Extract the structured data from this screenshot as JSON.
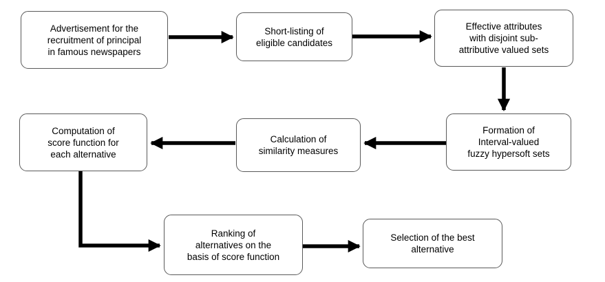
{
  "diagram": {
    "nodes": [
      {
        "id": "advertisement",
        "label": "Advertisement for the\nrecruitment of principal\nin famous newspapers"
      },
      {
        "id": "shortlisting",
        "label": "Short-listing of\neligible candidates"
      },
      {
        "id": "effective-attributes",
        "label": "Effective attributes\nwith disjoint sub-\nattributive valued sets"
      },
      {
        "id": "ivfhs-formation",
        "label": "Formation of\nInterval-valued\nfuzzy hypersoft sets"
      },
      {
        "id": "similarity",
        "label": "Calculation of\nsimilarity measures"
      },
      {
        "id": "score-function",
        "label": "Computation of\nscore function for\neach alternative"
      },
      {
        "id": "ranking",
        "label": "Ranking of\nalternatives on the\nbasis of score function"
      },
      {
        "id": "selection",
        "label": "Selection of the best\nalternative"
      }
    ],
    "edges": [
      {
        "from": "advertisement",
        "to": "shortlisting"
      },
      {
        "from": "shortlisting",
        "to": "effective-attributes"
      },
      {
        "from": "effective-attributes",
        "to": "ivfhs-formation"
      },
      {
        "from": "ivfhs-formation",
        "to": "similarity"
      },
      {
        "from": "similarity",
        "to": "score-function"
      },
      {
        "from": "score-function",
        "to": "ranking"
      },
      {
        "from": "ranking",
        "to": "selection"
      }
    ],
    "colors": {
      "box_border": "#595959",
      "box_fill": "#ffffff",
      "arrow": "#000000",
      "text": "#000000"
    }
  }
}
